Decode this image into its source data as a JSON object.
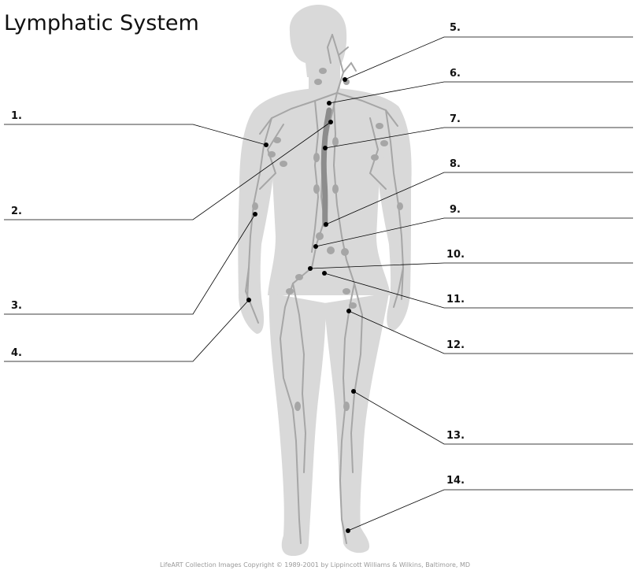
{
  "title": "Lymphatic System",
  "labels": [
    "1.",
    "2.",
    "3.",
    "4.",
    "5.",
    "6.",
    "7.",
    "8.",
    "9.",
    "10.",
    "11.",
    "12.",
    "13.",
    "14."
  ],
  "copyright": "LifeART Collection Images Copyright © 1989-2001 by Lippincott Williams & Wilkins, Baltimore, MD",
  "colors": {
    "body": "#d9d9d9",
    "vessel": "#a6a6a6",
    "duct": "#8c8c8c",
    "line": "#000000"
  }
}
